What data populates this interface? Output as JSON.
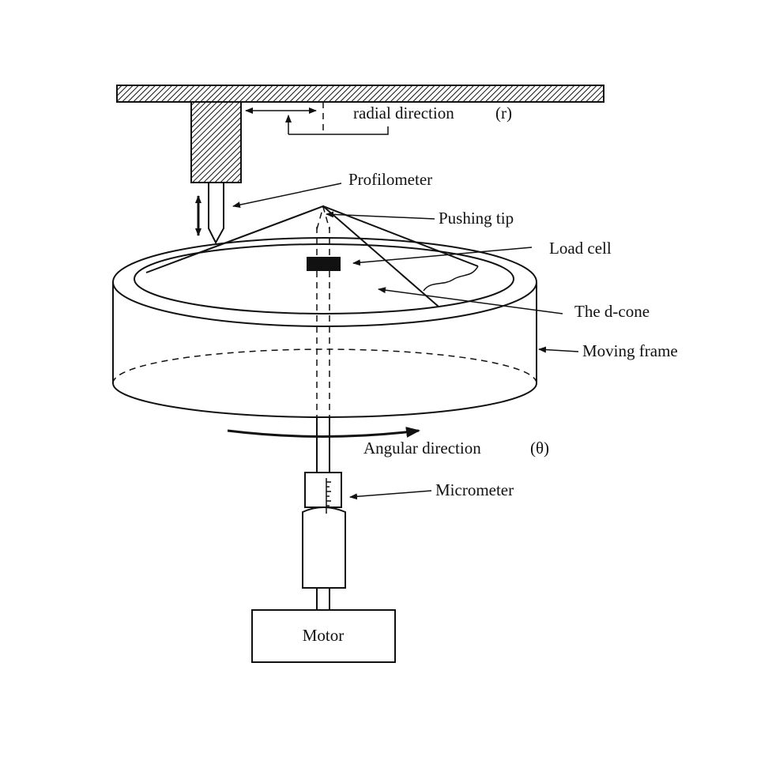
{
  "labels": {
    "radial_direction": "radial direction",
    "radial_symbol": "(r)",
    "profilometer": "Profilometer",
    "pushing_tip": "Pushing tip",
    "load_cell": "Load cell",
    "d_cone": "The d-cone",
    "moving_frame": "Moving frame",
    "angular_direction": "Angular direction",
    "angular_symbol": "(θ)",
    "micrometer": "Micrometer",
    "motor": "Motor"
  }
}
